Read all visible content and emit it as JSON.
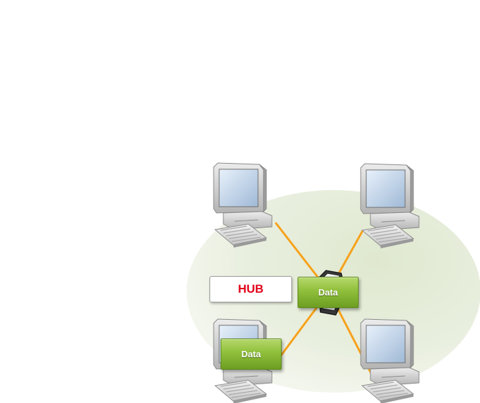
{
  "diagram": {
    "hub_label": "HUB",
    "packets": [
      {
        "label": "Data"
      },
      {
        "label": "Data"
      }
    ],
    "nodes": [
      {
        "role": "computer",
        "icon": "desktop-computer-icon"
      },
      {
        "role": "computer",
        "icon": "desktop-computer-icon"
      },
      {
        "role": "computer",
        "icon": "desktop-computer-icon"
      },
      {
        "role": "computer",
        "icon": "desktop-computer-icon"
      },
      {
        "role": "hub",
        "icon": "hub-icon"
      }
    ],
    "colors": {
      "cable": "#f7a11a",
      "hub_text": "#e2001a",
      "packet_fill": "#8fbf3a",
      "network_area": "#e6edd8"
    }
  }
}
